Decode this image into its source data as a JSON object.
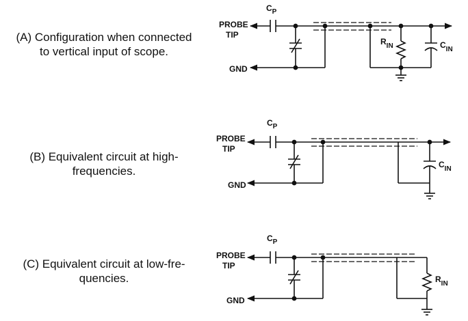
{
  "panels": [
    {
      "caption_line1": "(A) Configuration when connected",
      "caption_line2": "to vertical input of scope.",
      "probe_label_1": "PROBE",
      "probe_label_2": "TIP",
      "gnd_label": "GND",
      "cp_main": "C",
      "cp_sub": "P",
      "rin_main": "R",
      "rin_sub": "IN",
      "cin_main": "C",
      "cin_sub": "IN"
    },
    {
      "caption_line1": "(B)  Equivalent  circuit  at  high-",
      "caption_line2": "frequencies.",
      "probe_label_1": "PROBE",
      "probe_label_2": "TIP",
      "gnd_label": "GND",
      "cp_main": "C",
      "cp_sub": "P",
      "cin_main": "C",
      "cin_sub": "IN"
    },
    {
      "caption_line1": "(C)  Equivalent circuit at low-fre-",
      "caption_line2": "quencies.",
      "probe_label_1": "PROBE",
      "probe_label_2": "TIP",
      "gnd_label": "GND",
      "cp_main": "C",
      "cp_sub": "P",
      "rin_main": "R",
      "rin_sub": "IN"
    }
  ]
}
